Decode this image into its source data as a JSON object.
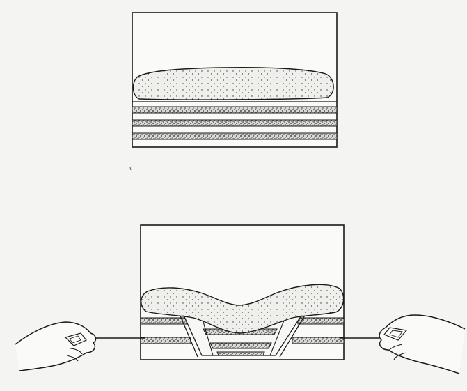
{
  "diagram": {
    "panels": [
      {
        "id": "before",
        "layers": [
          "clay-mound",
          "sand-layer-1",
          "sand-layer-2",
          "sand-layer-3"
        ]
      },
      {
        "id": "after",
        "layers": [
          "clay-mound",
          "sand-layer-1",
          "sand-layer-2",
          "sand-layer-3"
        ],
        "features": [
          "graben",
          "pull-strings"
        ]
      }
    ],
    "hands": [
      "left-hand",
      "right-hand"
    ],
    "colors": {
      "background": "#f4f4f2",
      "ink": "#1a1a1a",
      "clay_fill": "#ececea",
      "layer_fill": "#d7d7d4"
    }
  }
}
